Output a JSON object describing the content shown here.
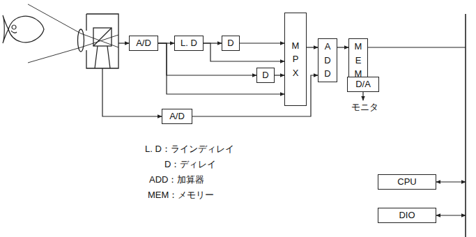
{
  "diagram": {
    "nodes": [
      {
        "text": [
          "A/D"
        ]
      },
      {
        "text": [
          "L. D"
        ]
      },
      {
        "text": [
          "D"
        ]
      },
      {
        "text": [
          "D"
        ]
      },
      {
        "text": [
          "MPX"
        ]
      },
      {
        "text": [
          "ADD"
        ]
      },
      {
        "text": [
          "MEM"
        ]
      },
      {
        "text": [
          "D/A"
        ]
      },
      {
        "text": [
          "A/D"
        ]
      },
      {
        "text": [
          "CPU"
        ]
      },
      {
        "text": [
          "DIO"
        ]
      }
    ],
    "edges": [
      {
        "from": 0,
        "to": 1,
        "arrow": "to"
      },
      {
        "from": 1,
        "to": 2,
        "arrow": "to"
      },
      {
        "from": 1,
        "to": 4,
        "arrow": "to"
      },
      {
        "from": 0,
        "to": 3,
        "arrow": "to"
      },
      {
        "from": 0,
        "to": 4,
        "arrow": "to"
      },
      {
        "from": 2,
        "to": 4,
        "arrow": "to"
      },
      {
        "from": 3,
        "to": 4,
        "arrow": "to"
      },
      {
        "from": 4,
        "to": 5,
        "arrow": "to"
      },
      {
        "from": 8,
        "to": 5,
        "arrow": "to"
      },
      {
        "from": 5,
        "to": 6,
        "arrow": "to"
      },
      {
        "from": 6,
        "to": 7,
        "arrow": "to"
      }
    ],
    "labels": [
      "モニタ",
      "L. D：ラインディレイ",
      "D：ディレイ",
      "ADD：加算器",
      "MEM：メモリー"
    ]
  }
}
